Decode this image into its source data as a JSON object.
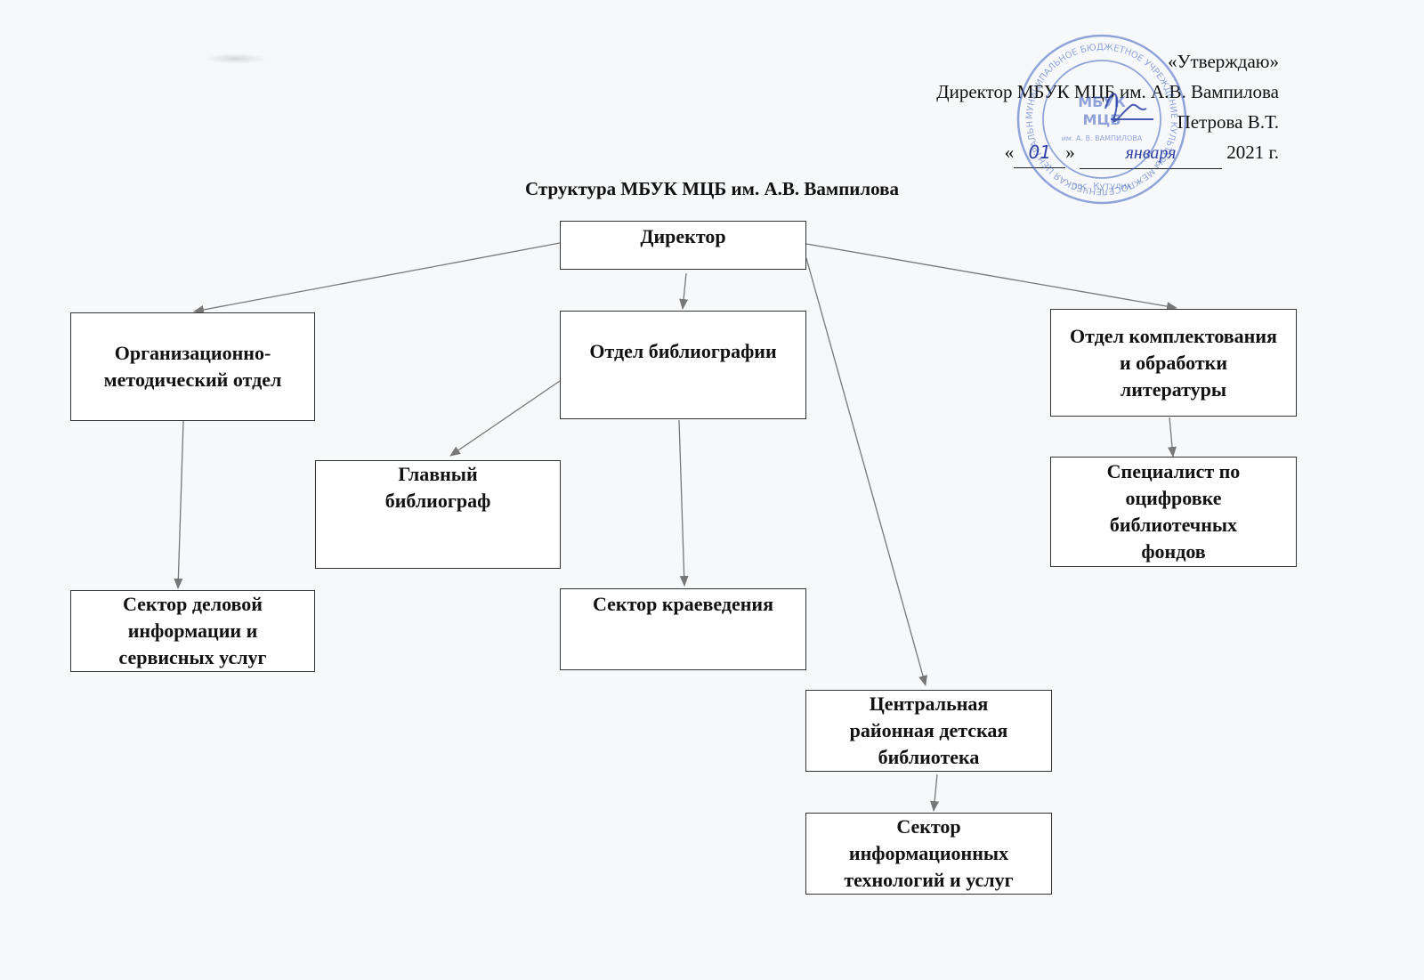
{
  "approval": {
    "line1": "«Утверждаю»",
    "line2": "Директор МБУК МЦБ им. А.В. Вампилова",
    "line3": "Петрова В.Т.",
    "date_open_quote": "«",
    "date_day": "01",
    "date_close_quote": "»",
    "date_month": "января",
    "date_year": "2021 г."
  },
  "title": "Структура МБУК МЦБ им. А.В. Вампилова",
  "stamp": {
    "ring_text": "МУНИЦИПАЛЬНОЕ БЮДЖЕТНОЕ УЧРЕЖДЕНИЕ КУЛЬТУРЫ МЕЖПОСЕЛЕНЧЕСКАЯ ЦЕНТРАЛЬНАЯ БИБЛИОТЕКА",
    "center_top": "МБУК",
    "center_mid": "МЦБ",
    "center_sub": "им. А. В. ВАМПИЛОВА",
    "bottom": "пос. Кутулик"
  },
  "nodes": [
    {
      "id": "director",
      "label": "Директор"
    },
    {
      "id": "org-method",
      "label": "Организационно-методический отдел"
    },
    {
      "id": "bibliography",
      "label": "Отдел библиографии"
    },
    {
      "id": "acquisition",
      "label": "Отдел комплектования и обработки литературы"
    },
    {
      "id": "chief-bibliographer",
      "label": "Главный библиограф"
    },
    {
      "id": "digitization",
      "label": "Специалист по оцифровке библиотечных фондов"
    },
    {
      "id": "business-info",
      "label": "Сектор деловой информации и сервисных услуг"
    },
    {
      "id": "local-history",
      "label": "Сектор краеведения"
    },
    {
      "id": "children-library",
      "label": "Центральная районная детская библиотека"
    },
    {
      "id": "it-sector",
      "label": "Сектор информационных технологий и услуг"
    }
  ],
  "edges": [
    {
      "from": "director",
      "to": "org-method"
    },
    {
      "from": "director",
      "to": "bibliography"
    },
    {
      "from": "director",
      "to": "acquisition"
    },
    {
      "from": "director",
      "to": "children-library"
    },
    {
      "from": "bibliography",
      "to": "chief-bibliographer"
    },
    {
      "from": "bibliography",
      "to": "local-history"
    },
    {
      "from": "org-method",
      "to": "business-info"
    },
    {
      "from": "acquisition",
      "to": "digitization"
    },
    {
      "from": "children-library",
      "to": "it-sector"
    }
  ],
  "colors": {
    "stamp": "#3b5fc0",
    "signature": "#2c3fa6",
    "arrow": "#777777",
    "border": "#333333"
  }
}
